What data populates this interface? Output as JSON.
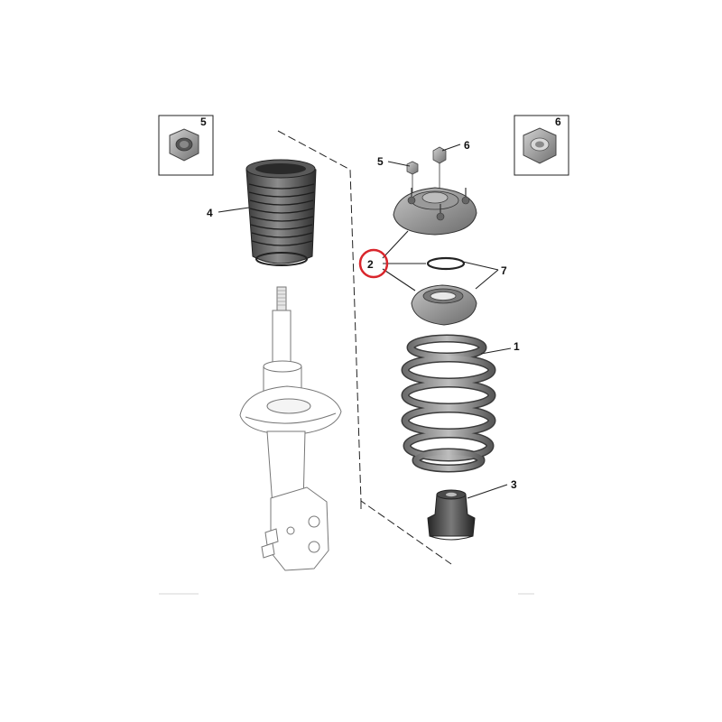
{
  "diagram": {
    "callouts": {
      "c1": "1",
      "c2": "2",
      "c3": "3",
      "c4": "4",
      "c5": "5",
      "c6": "6",
      "c7": "7",
      "inset5": "5",
      "inset6": "6"
    },
    "highlight_color": "#d9262c",
    "part_color": "#8a8a8a",
    "part_dark_color": "#3c3c3c",
    "strut_color": "#ffffff"
  }
}
